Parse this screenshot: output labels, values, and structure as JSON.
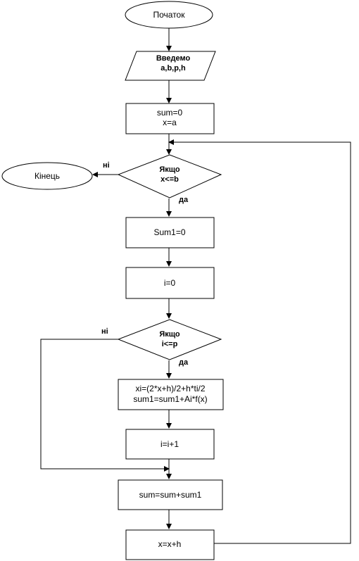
{
  "start": "Початок",
  "end": "Кінець",
  "input": {
    "line1": "Введемо",
    "line2": "a,b,p,h"
  },
  "init": {
    "line1": "sum=0",
    "line2": "x=a"
  },
  "cond_outer": {
    "line1": "Якщо",
    "line2": "x<=b",
    "yes": "да",
    "no": "ні"
  },
  "sum1_init": "Sum1=0",
  "i_init": "i=0",
  "cond_inner": {
    "line1": "Якщо",
    "line2": "i<=p",
    "yes": "да",
    "no": "ні"
  },
  "calc": {
    "line1": "xi=(2*x+h)/2+h*ti/2",
    "line2": "sum1=sum1+Ai*f(x)"
  },
  "i_inc": "i=i+1",
  "sum_update": "sum=sum+sum1",
  "x_inc": "x=x+h"
}
